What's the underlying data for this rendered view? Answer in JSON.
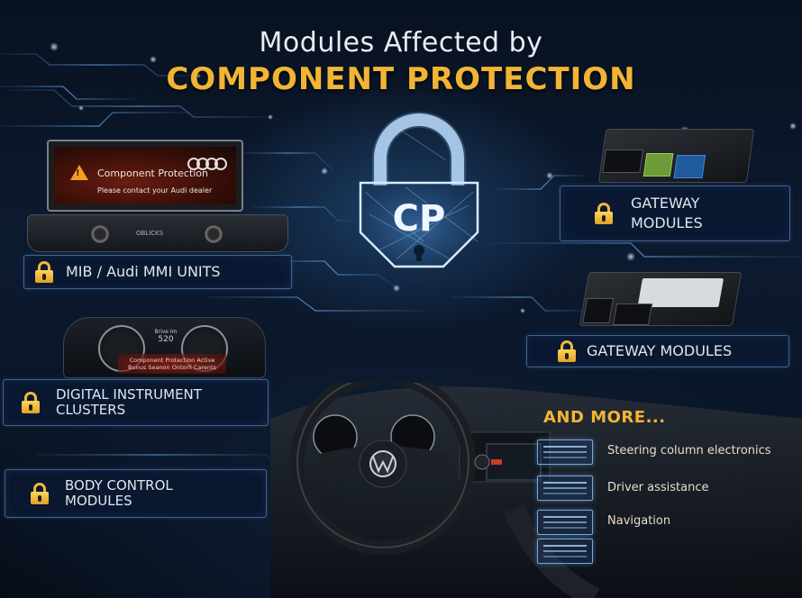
{
  "title": {
    "line1": "Modules Affected by",
    "line2": "COMPONENT PROTECTION"
  },
  "center_lock": {
    "label": "CP",
    "icon": "padlock-icon"
  },
  "mmi_screen": {
    "warning_title": "Component Protection",
    "warning_subtitle": "Please contact your Audi dealer",
    "warning_icon": "warning-triangle-icon",
    "brand_logo": "audi-rings-logo",
    "console_display": "OBLICKS"
  },
  "cluster_screen": {
    "warning_title": "Component Protection Active",
    "warning_subtitle": "Bunus Seanon Ontorll Carents",
    "display_top": "Brive Im",
    "display_value": "520"
  },
  "labels": {
    "mib": "MIB / Audi MMI UNITS",
    "digital_cluster_line1": "DIGITAL INSTRUMENT",
    "digital_cluster_line2": "CLUSTERS",
    "body_control_line1": "BODY CONTROL",
    "body_control_line2": "MODULES",
    "gateway1_line1": "GATEWAY",
    "gateway1_line2": "MODULES",
    "gateway2": "GATEWAY MODULES"
  },
  "and_more": {
    "title": "AND MORE...",
    "items": [
      {
        "label": "Steering column electronics",
        "icon": "electronics-module-icon"
      },
      {
        "label": "Driver assistance",
        "icon": "driver-assist-module-icon"
      },
      {
        "label": "Navigation",
        "icon": "navigation-module-icon"
      },
      {
        "label": "",
        "icon": "control-unit-icon"
      }
    ]
  },
  "dashboard": {
    "brand_logo": "vw-logo"
  },
  "colors": {
    "background": "#0a1628",
    "accent_gold": "#f2b533",
    "title_white": "#e8edf3",
    "label_text": "#dfe6ef",
    "glow_blue": "#5aa0e6",
    "warning_red": "#6a1c10",
    "connector_green": "#9ccc55",
    "connector_blue": "#3c86d8"
  }
}
